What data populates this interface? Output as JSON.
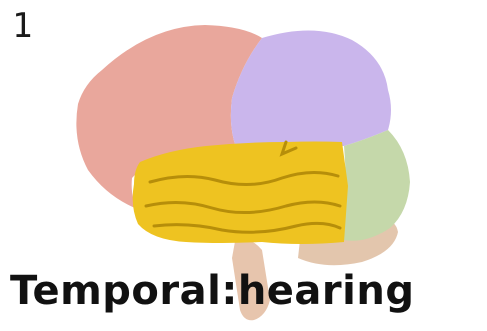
{
  "slide": {
    "number": "1"
  },
  "caption": {
    "lobe": "Temporal",
    "separator": ":",
    "function": "hearing"
  },
  "brain": {
    "highlighted_lobe": "temporal",
    "colors": {
      "frontal": "#e9a79c",
      "parietal": "#cab6ec",
      "occipital": "#c5d8aa",
      "cerebellum": "#e3c6ad",
      "brainstem": "#e7c5ad",
      "temporal": "#eec321",
      "temporal_shadow": "#b68e0a"
    }
  }
}
